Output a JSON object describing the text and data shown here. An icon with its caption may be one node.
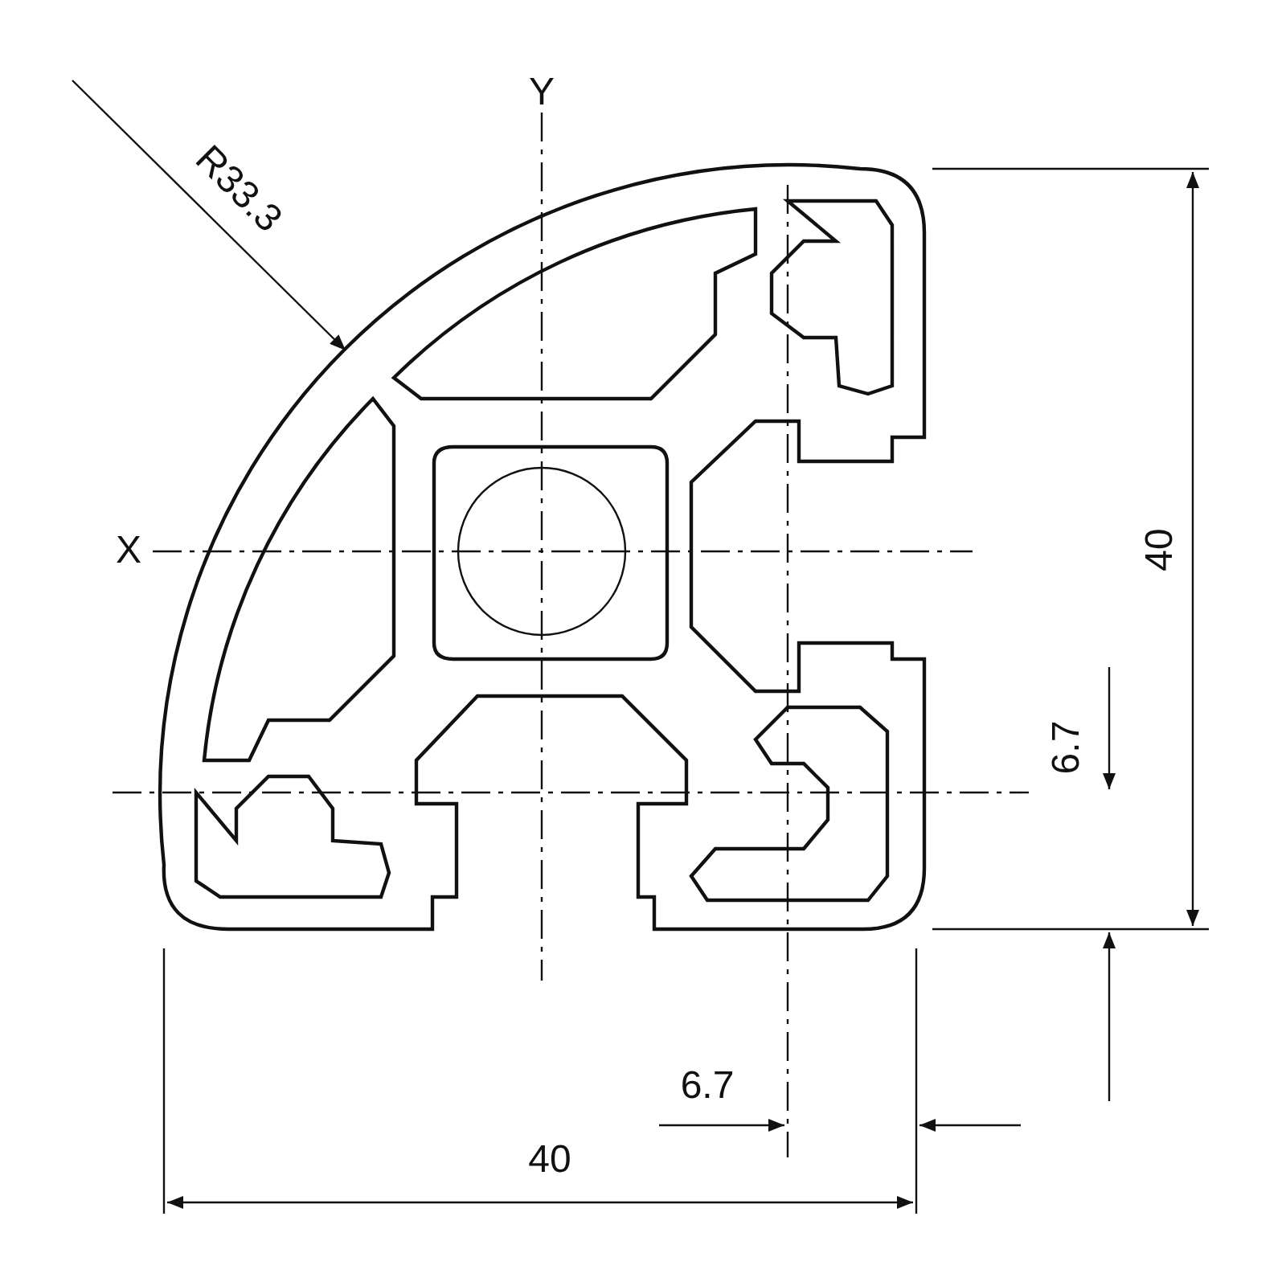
{
  "diagram": {
    "labels": [
      "Y",
      "R33.3",
      "X",
      "40",
      "6.7",
      "6.7",
      "40"
    ]
  }
}
